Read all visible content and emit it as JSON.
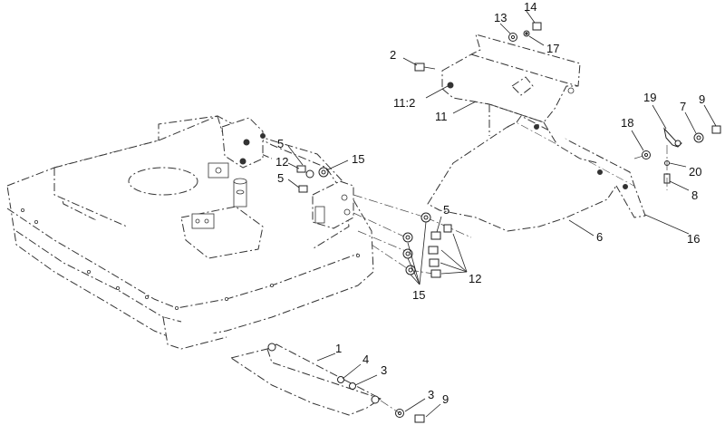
{
  "callouts": [
    {
      "id": "c1",
      "text": "1"
    },
    {
      "id": "c2",
      "text": "2"
    },
    {
      "id": "c3a",
      "text": "3"
    },
    {
      "id": "c3b",
      "text": "3"
    },
    {
      "id": "c4",
      "text": "4"
    },
    {
      "id": "c5a",
      "text": "5"
    },
    {
      "id": "c5b",
      "text": "5"
    },
    {
      "id": "c5c",
      "text": "5"
    },
    {
      "id": "c6",
      "text": "6"
    },
    {
      "id": "c7",
      "text": "7"
    },
    {
      "id": "c8",
      "text": "8"
    },
    {
      "id": "c9a",
      "text": "9"
    },
    {
      "id": "c9b",
      "text": "9"
    },
    {
      "id": "c11",
      "text": "11"
    },
    {
      "id": "c112",
      "text": "11:2"
    },
    {
      "id": "c12a",
      "text": "12"
    },
    {
      "id": "c12b",
      "text": "12"
    },
    {
      "id": "c13",
      "text": "13"
    },
    {
      "id": "c14",
      "text": "14"
    },
    {
      "id": "c15a",
      "text": "15"
    },
    {
      "id": "c15b",
      "text": "15"
    },
    {
      "id": "c16",
      "text": "16"
    },
    {
      "id": "c17",
      "text": "17"
    },
    {
      "id": "c18",
      "text": "18"
    },
    {
      "id": "c19",
      "text": "19"
    },
    {
      "id": "c20",
      "text": "20"
    }
  ]
}
